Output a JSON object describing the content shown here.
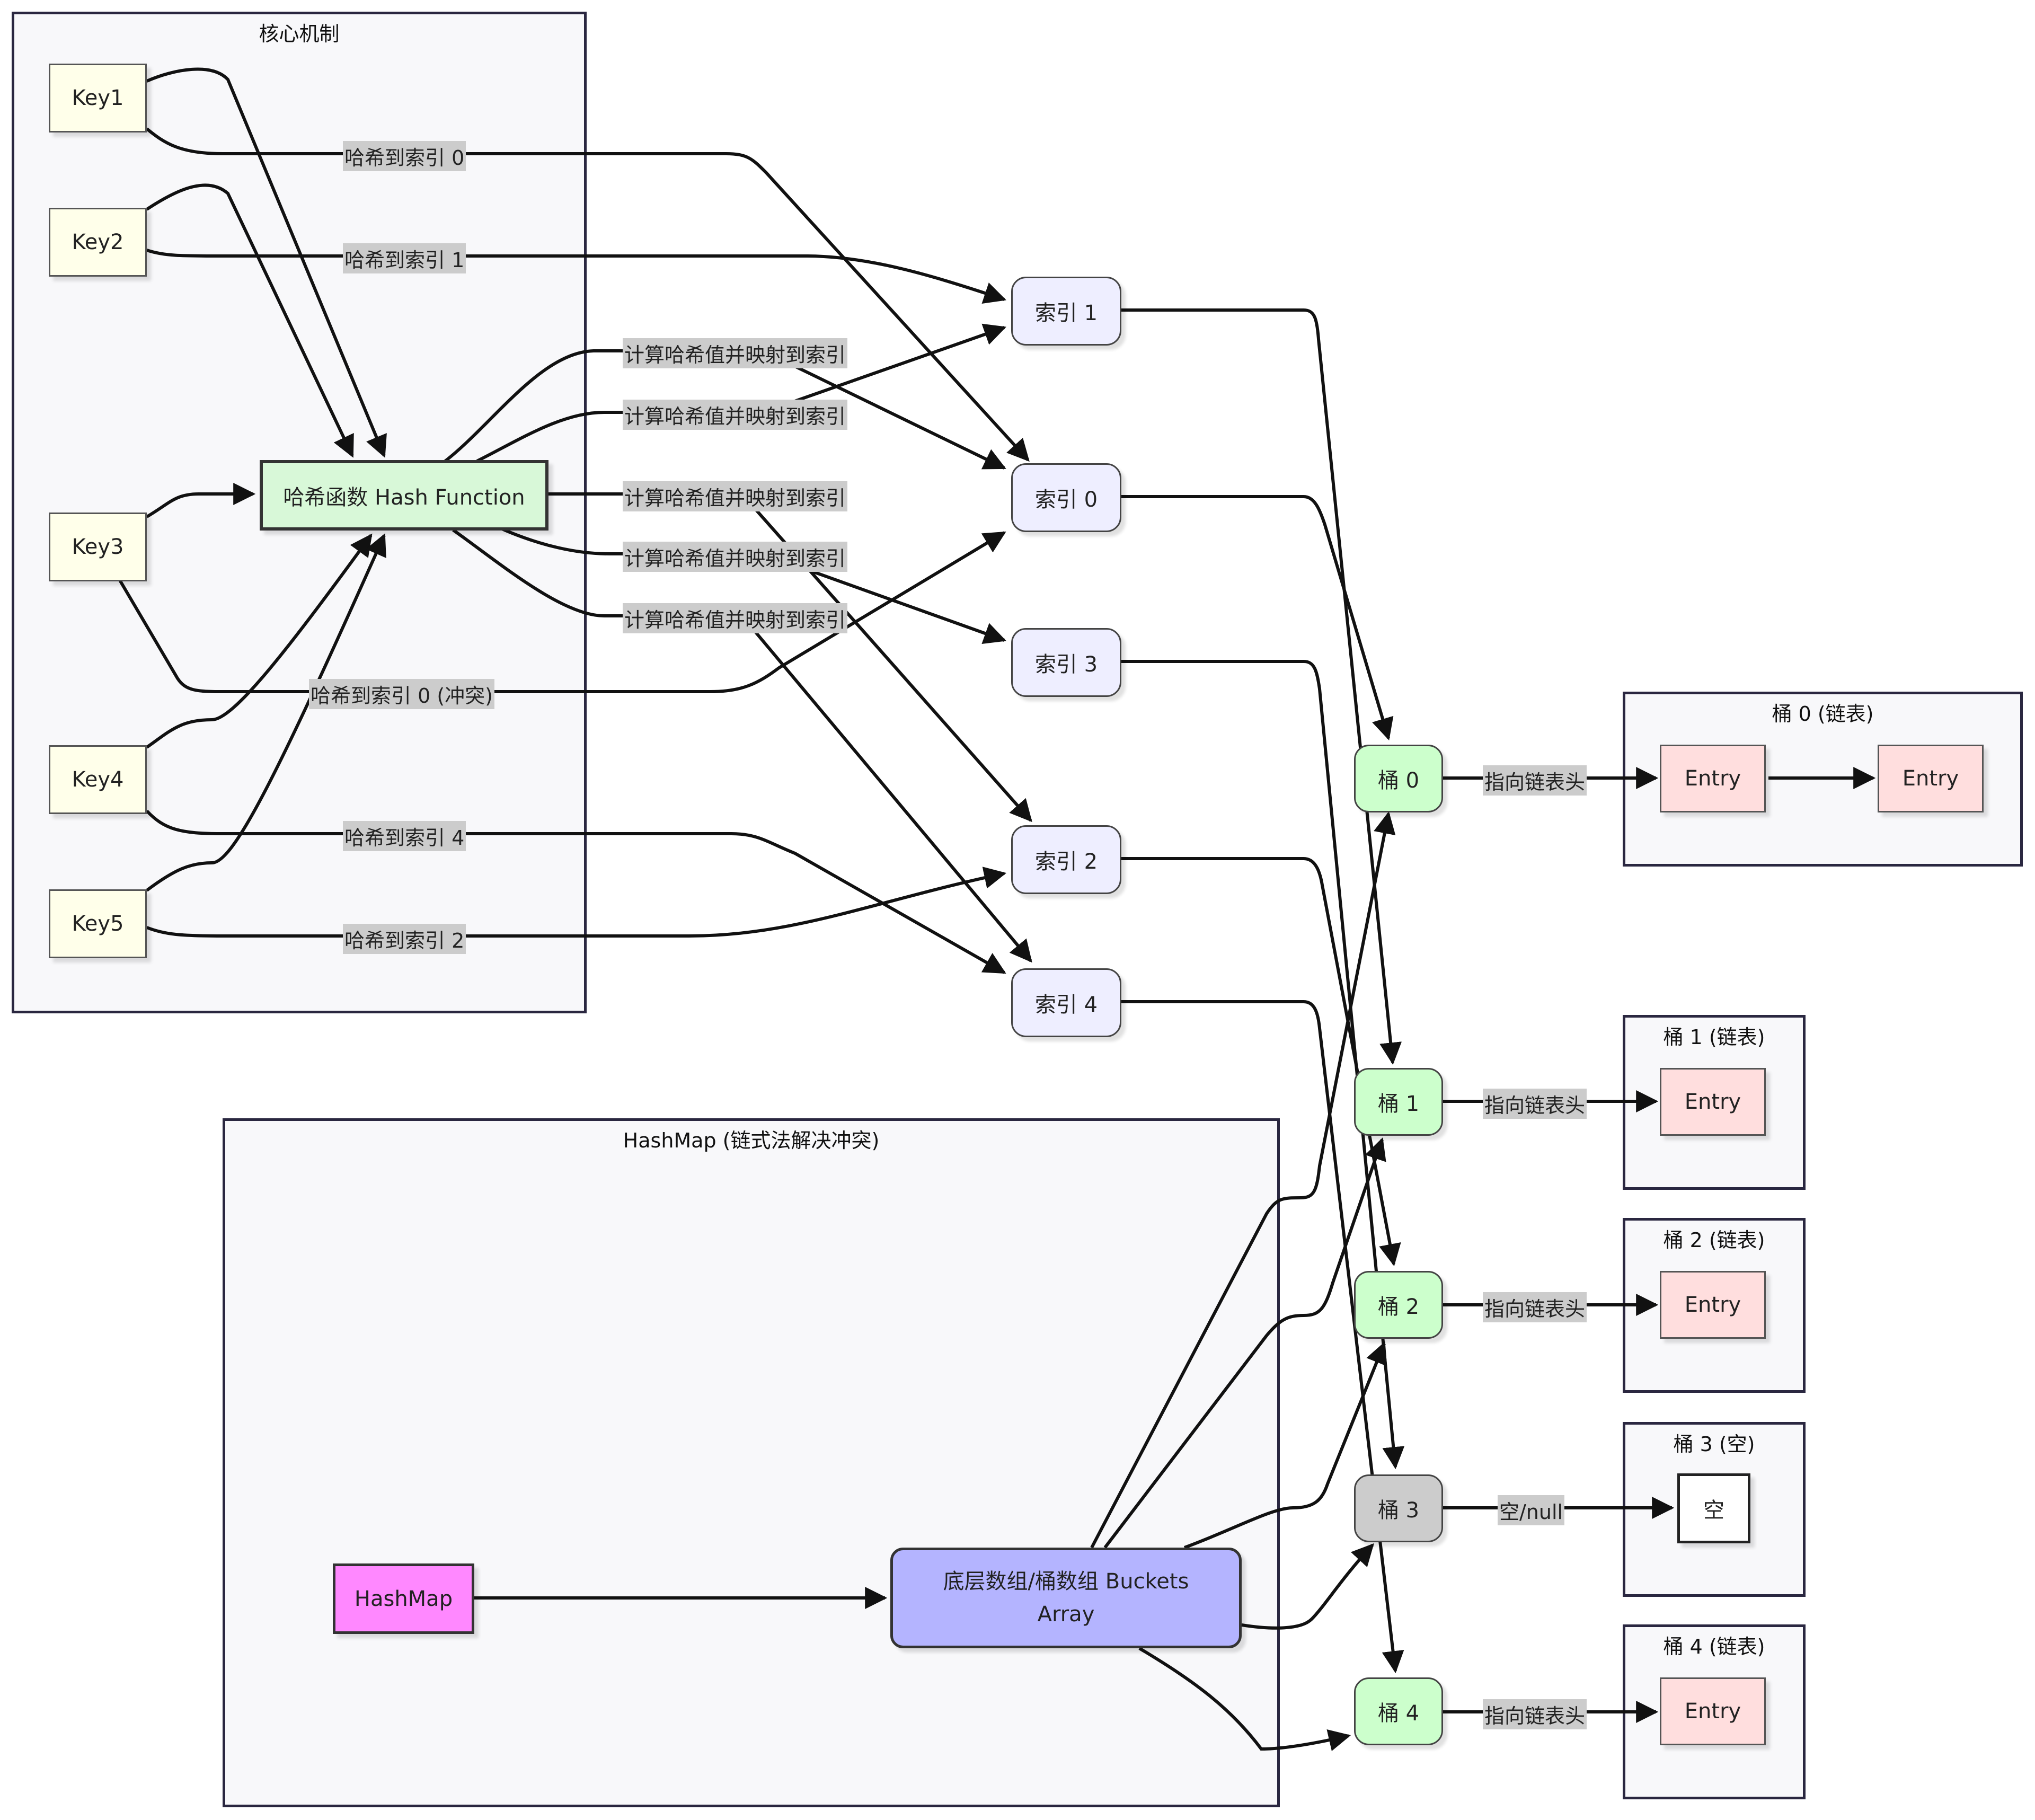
{
  "clusters": {
    "core": "核心机制",
    "hashmap": "HashMap (链式法解决冲突)",
    "b0": "桶 0 (链表)",
    "b1": "桶 1 (链表)",
    "b2": "桶 2 (链表)",
    "b3": "桶 3 (空)",
    "b4": "桶 4 (链表)"
  },
  "nodes": {
    "key1": "Key1",
    "key2": "Key2",
    "key3": "Key3",
    "key4": "Key4",
    "key5": "Key5",
    "hash_function": "哈希函数 Hash Function",
    "idx1": "索引 1",
    "idx0": "索引 0",
    "idx3": "索引 3",
    "idx2": "索引 2",
    "idx4": "索引 4",
    "bucket0": "桶 0",
    "bucket1": "桶 1",
    "bucket2": "桶 2",
    "bucket3": "桶 3",
    "bucket4": "桶 4",
    "entry": "Entry",
    "empty": "空",
    "hashmap": "HashMap",
    "buckets_array": "底层数组/桶数组 Buckets Array"
  },
  "edge_labels": {
    "key1": "哈希到索引 0",
    "key2": "哈希到索引 1",
    "key3": "哈希到索引 0 (冲突)",
    "key4": "哈希到索引 4",
    "key5": "哈希到索引 2",
    "compute": "计算哈希值并映射到索引",
    "head": "指向链表头",
    "null": "空/null"
  }
}
